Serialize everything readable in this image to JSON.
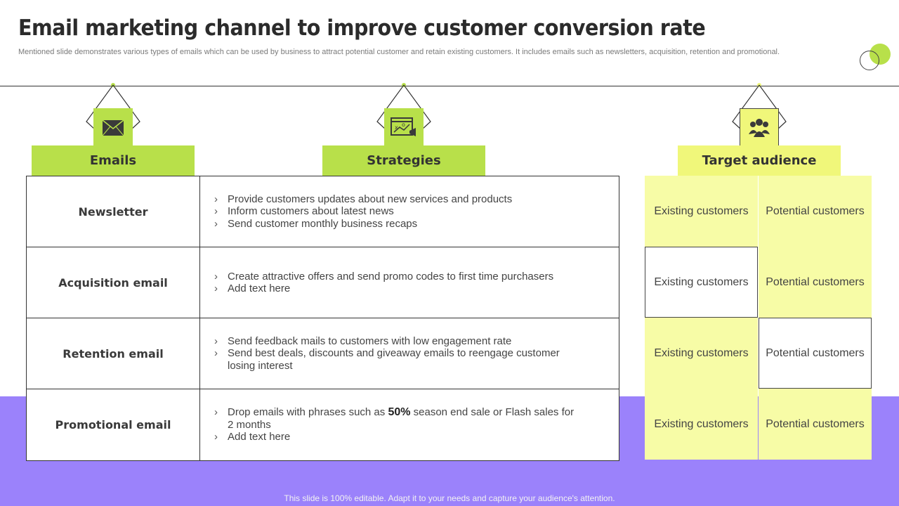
{
  "page": {
    "title": "Email marketing channel to improve customer conversion rate",
    "subtitle": "Mentioned slide demonstrates various types of emails which can be used by business to attract potential customer and retain existing customers. It includes emails such as newsletters, acquisition, retention and promotional.",
    "footer": "This slide is 100% editable. Adapt it to your needs and capture your audience's attention."
  },
  "colors": {
    "accent_green": "#b8e04a",
    "accent_yellow": "#f0f77a",
    "cell_yellow": "#f7fca6",
    "band_purple": "#9b82fb"
  },
  "headers": {
    "emails": {
      "label": "Emails",
      "icon": "envelope-icon"
    },
    "strategies": {
      "label": "Strategies",
      "icon": "marketing-strategy-icon"
    },
    "target": {
      "label": "Target audience",
      "icon": "audience-group-icon"
    }
  },
  "rows": [
    {
      "email": "Newsletter",
      "strategies": [
        "Provide customers updates about new services and products",
        "Inform customers about latest news",
        "Send customer monthly business recaps"
      ],
      "audience": [
        "Existing customers",
        "Potential customers"
      ]
    },
    {
      "email": "Acquisition email",
      "strategies": [
        "Create attractive offers and send promo codes to first time purchasers",
        "Add text here"
      ],
      "audience": [
        "Existing customers",
        "Potential customers"
      ]
    },
    {
      "email": "Retention email",
      "strategies": [
        "Send feedback mails to customers with low engagement rate",
        "Send best deals, discounts and giveaway emails to reengage customer losing interest"
      ],
      "audience": [
        "Existing customers",
        "Potential customers"
      ]
    },
    {
      "email": "Promotional email",
      "strategies_promo": {
        "before": "Drop emails with phrases such as ",
        "highlight": "50%",
        "after": " season end sale or Flash sales for 2 months"
      },
      "strategies": [
        "Add text here"
      ],
      "audience": [
        "Existing customers",
        "Potential customers"
      ]
    }
  ],
  "bullet_glyph": "›"
}
